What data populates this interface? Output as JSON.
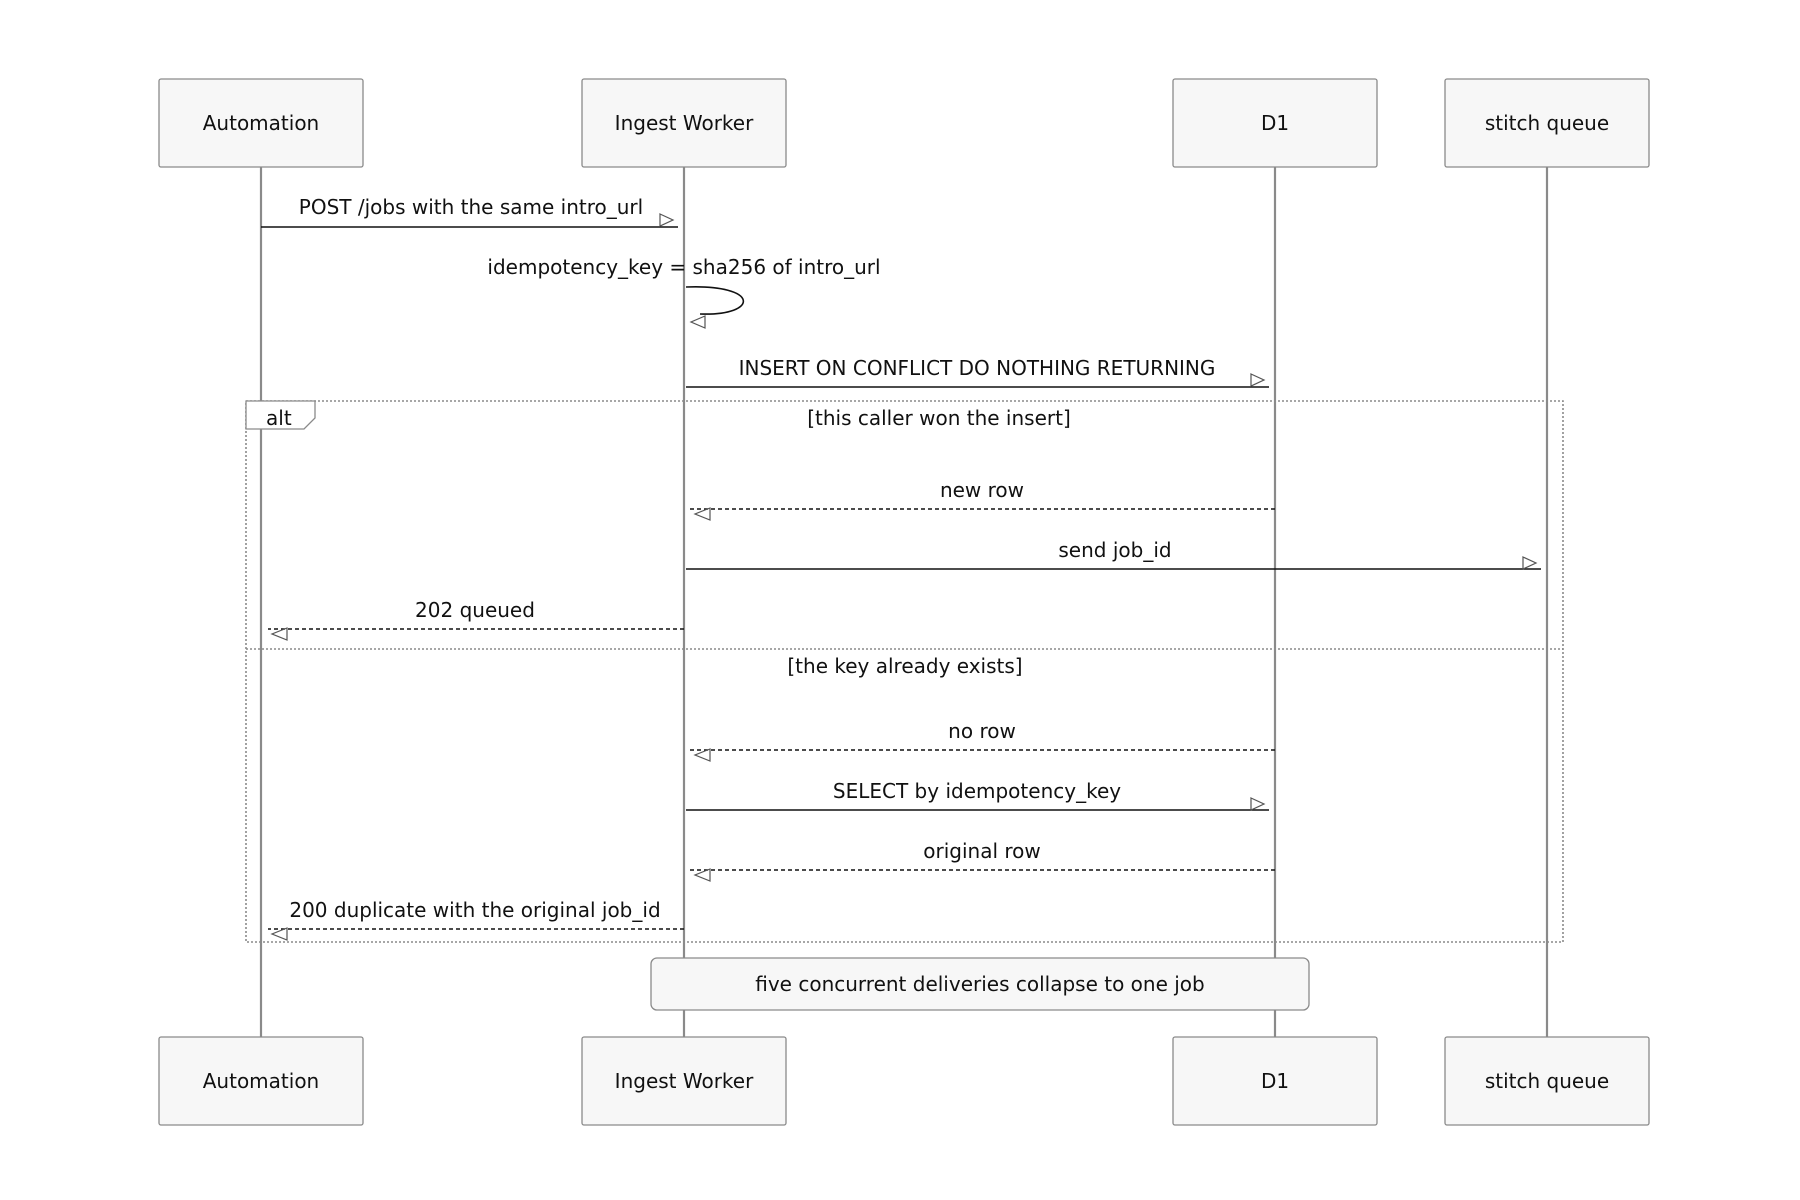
{
  "participants": [
    {
      "id": "automation",
      "label": "Automation"
    },
    {
      "id": "ingest",
      "label": "Ingest Worker"
    },
    {
      "id": "d1",
      "label": "D1"
    },
    {
      "id": "queue",
      "label": "stitch queue"
    }
  ],
  "messages": [
    {
      "id": "m1",
      "from": "automation",
      "to": "ingest",
      "label": "POST /jobs with the same intro_url",
      "style": "solid"
    },
    {
      "id": "m2",
      "from": "ingest",
      "to": "ingest",
      "label": "idempotency_key = sha256 of intro_url",
      "style": "self"
    },
    {
      "id": "m3",
      "from": "ingest",
      "to": "d1",
      "label": "INSERT ON CONFLICT DO NOTHING RETURNING",
      "style": "solid"
    },
    {
      "id": "m4",
      "from": "d1",
      "to": "ingest",
      "label": "new row",
      "style": "dashed"
    },
    {
      "id": "m5",
      "from": "ingest",
      "to": "queue",
      "label": "send job_id",
      "style": "solid"
    },
    {
      "id": "m6",
      "from": "ingest",
      "to": "automation",
      "label": "202 queued",
      "style": "dashed"
    },
    {
      "id": "m7",
      "from": "d1",
      "to": "ingest",
      "label": "no row",
      "style": "dashed"
    },
    {
      "id": "m8",
      "from": "ingest",
      "to": "d1",
      "label": "SELECT by idempotency_key",
      "style": "solid"
    },
    {
      "id": "m9",
      "from": "d1",
      "to": "ingest",
      "label": "original row",
      "style": "dashed"
    },
    {
      "id": "m10",
      "from": "ingest",
      "to": "automation",
      "label": "200 duplicate with the original job_id",
      "style": "dashed"
    }
  ],
  "alt_frame": {
    "label": "alt",
    "conditions": [
      "[this caller won the insert]",
      "[the key already exists]"
    ]
  },
  "note": {
    "label": "five concurrent deliveries collapse to one job"
  }
}
